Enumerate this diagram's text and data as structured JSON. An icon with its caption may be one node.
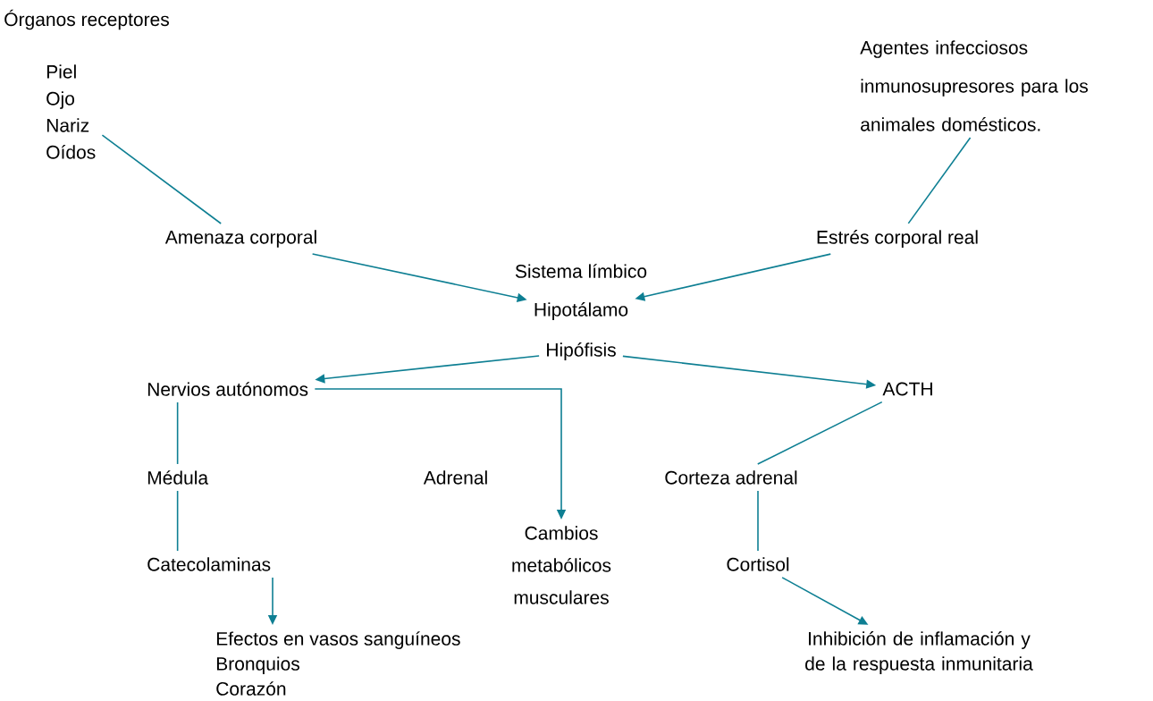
{
  "diagram": {
    "nodes": [
      {
        "text": [
          "Piel",
          "Ojo",
          "Nariz",
          "Oídos"
        ]
      },
      {
        "text": [
          "Agentes infecciosos inmunosupresores para los animales domésticos."
        ]
      },
      {
        "text": [
          "Amenaza corporal"
        ]
      },
      {
        "text": [
          "Estrés corporal real"
        ]
      },
      {
        "text": [
          "Hipotálamo"
        ]
      },
      {
        "text": [
          "Hipófisis"
        ]
      },
      {
        "text": [
          "Nervios autónomos"
        ]
      },
      {
        "text": [
          "ACTH"
        ]
      },
      {
        "text": [
          "Médula"
        ]
      },
      {
        "text": [
          "Corteza adrenal"
        ]
      },
      {
        "text": [
          "Catecolaminas"
        ]
      },
      {
        "text": [
          "Cambios metabólicos musculares"
        ]
      },
      {
        "text": [
          "Cortisol"
        ]
      },
      {
        "text": [
          "Efectos en vasos sanguíneos",
          "Bronquios",
          "Corazón"
        ]
      },
      {
        "text": [
          "Inhibición de inflamación y de la respuesta inmunitaria"
        ]
      }
    ],
    "edges": [
      {
        "from": 0,
        "to": 2,
        "arrow": "none"
      },
      {
        "from": 2,
        "to": 4,
        "arrow": "to"
      },
      {
        "from": 1,
        "to": 3,
        "arrow": "none"
      },
      {
        "from": 3,
        "to": 4,
        "arrow": "to"
      },
      {
        "from": 5,
        "to": 6,
        "arrow": "to"
      },
      {
        "from": 5,
        "to": 7,
        "arrow": "to"
      },
      {
        "from": 6,
        "to": 11,
        "arrow": "to"
      },
      {
        "from": 6,
        "to": 8,
        "arrow": "none"
      },
      {
        "from": 8,
        "to": 10,
        "arrow": "none"
      },
      {
        "from": 10,
        "to": 13,
        "arrow": "to"
      },
      {
        "from": 7,
        "to": 9,
        "arrow": "none"
      },
      {
        "from": 9,
        "to": 12,
        "arrow": "none"
      },
      {
        "from": 12,
        "to": 14,
        "arrow": "to"
      }
    ],
    "labels": [
      "Órganos receptores",
      "Sistema límbico",
      "Adrenal"
    ]
  }
}
